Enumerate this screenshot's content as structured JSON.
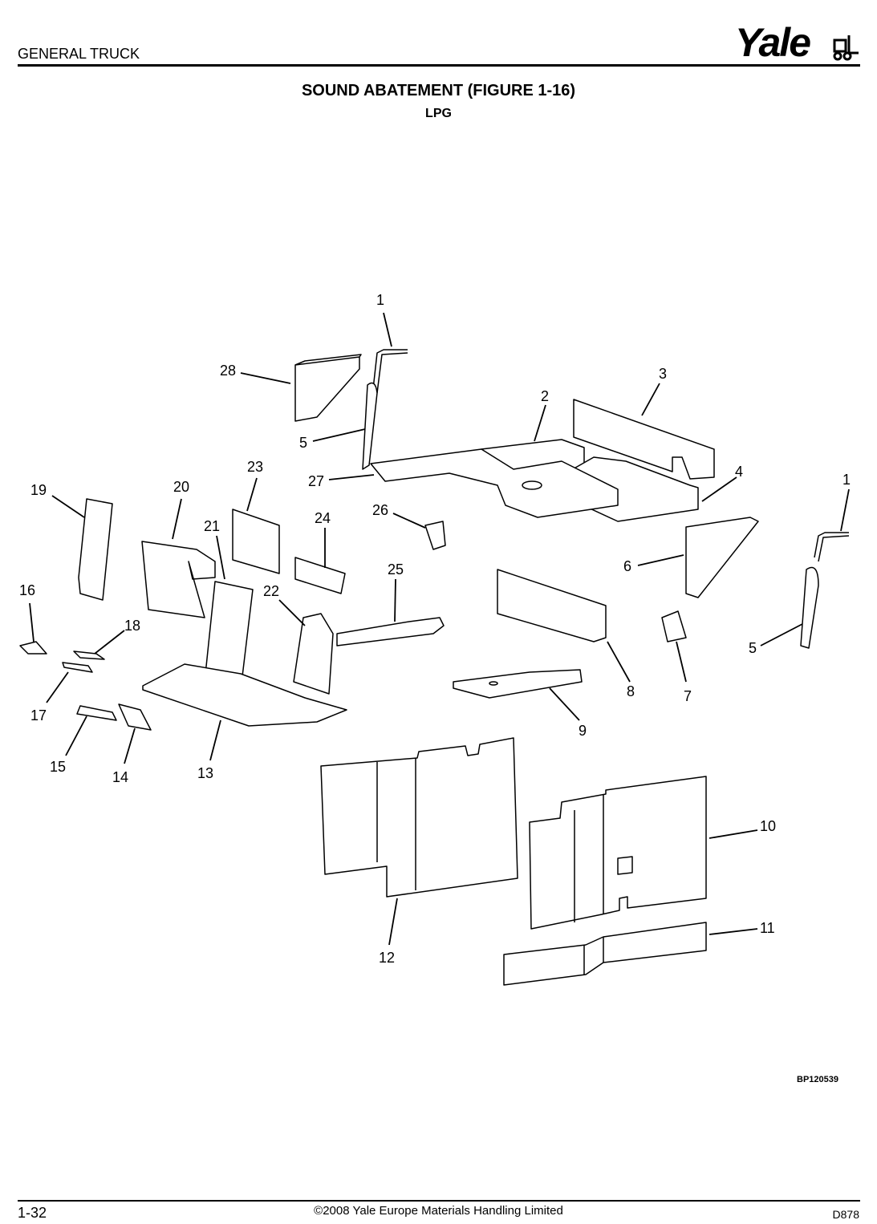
{
  "header": {
    "section": "GENERAL TRUCK",
    "brand": "Yale"
  },
  "title": "SOUND ABATEMENT (FIGURE 1-16)",
  "subtitle": "LPG",
  "figure": {
    "reference_code": "BP120539",
    "callouts": [
      "1",
      "28",
      "3",
      "2",
      "5",
      "23",
      "27",
      "4",
      "1",
      "19",
      "20",
      "26",
      "24",
      "21",
      "25",
      "6",
      "16",
      "22",
      "18",
      "5",
      "8",
      "7",
      "17",
      "9",
      "15",
      "14",
      "13",
      "10",
      "12",
      "11"
    ]
  },
  "footer": {
    "page_number": "1-32",
    "copyright": "©2008 Yale Europe Materials Handling Limited",
    "document_code": "D878"
  }
}
